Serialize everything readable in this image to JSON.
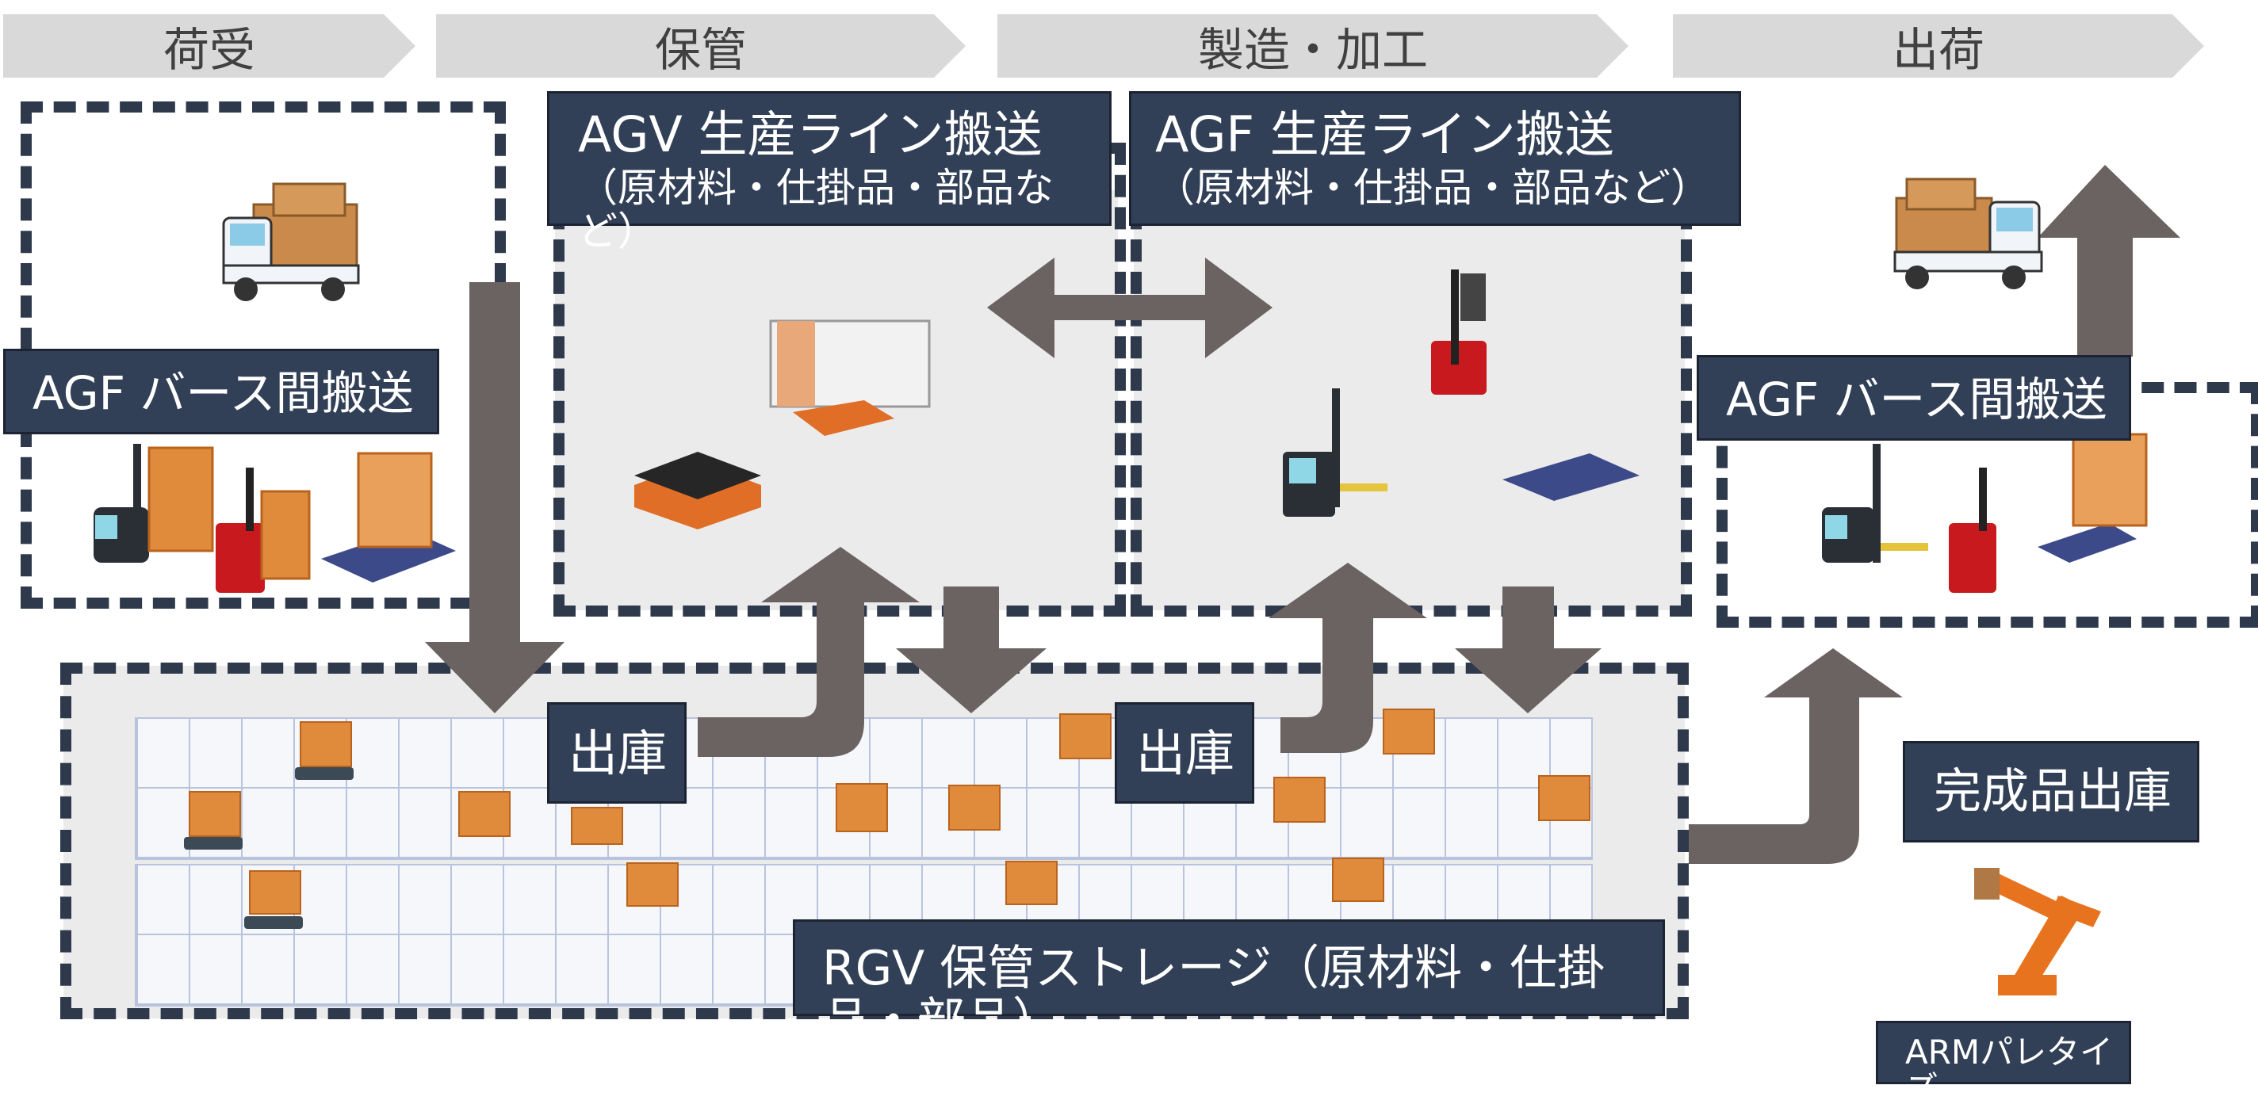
{
  "stages": [
    "荷受",
    "保管",
    "製造・加工",
    "出荷"
  ],
  "labels": {
    "agv_title": "AGV 生産ライン搬送",
    "agv_sub": "（原材料・仕掛品・部品など）",
    "agf_line_title": "AGF 生産ライン搬送",
    "agf_line_sub": "（原材料・仕掛品・部品など）",
    "agf_bus_left": "AGF バース間搬送",
    "agf_bus_right": "AGF バース間搬送",
    "shukko_1": "出庫",
    "shukko_2": "出庫",
    "rgv_storage": "RGV 保管ストレージ（原材料・仕掛品・部品）",
    "finished_out": "完成品出庫",
    "arm": "ARMパレタイズ"
  },
  "colors": {
    "stage_bg": "#d9d9d9",
    "label_bg": "#324057",
    "arrow": "#6b6361",
    "frame": "#2e3a4c",
    "cargo": "#e08a3c"
  }
}
